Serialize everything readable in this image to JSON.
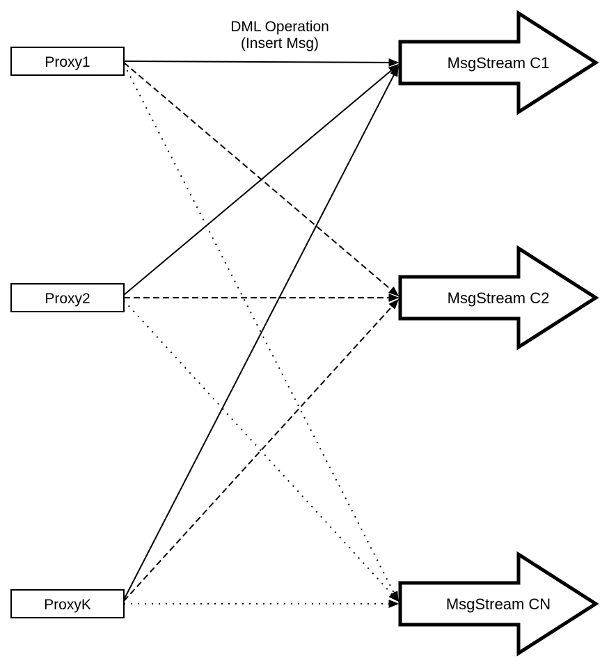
{
  "diagram": {
    "title_line1": "DML Operation",
    "title_line2": "(Insert Msg)",
    "proxies": [
      {
        "label": "Proxy1"
      },
      {
        "label": "Proxy2"
      },
      {
        "label": "ProxyK"
      }
    ],
    "streams": [
      {
        "label": "MsgStream C1"
      },
      {
        "label": "MsgStream C2"
      },
      {
        "label": "MsgStream CN"
      }
    ],
    "edges": [
      {
        "from": "Proxy1",
        "to": "MsgStream C1",
        "style": "solid"
      },
      {
        "from": "Proxy1",
        "to": "MsgStream C2",
        "style": "dashed"
      },
      {
        "from": "Proxy1",
        "to": "MsgStream CN",
        "style": "dotted"
      },
      {
        "from": "Proxy2",
        "to": "MsgStream C1",
        "style": "solid"
      },
      {
        "from": "Proxy2",
        "to": "MsgStream C2",
        "style": "dashed"
      },
      {
        "from": "Proxy2",
        "to": "MsgStream CN",
        "style": "dotted"
      },
      {
        "from": "ProxyK",
        "to": "MsgStream C1",
        "style": "solid"
      },
      {
        "from": "ProxyK",
        "to": "MsgStream C2",
        "style": "dashed"
      },
      {
        "from": "ProxyK",
        "to": "MsgStream CN",
        "style": "dotted"
      }
    ],
    "colors": {
      "stroke": "#000000",
      "fill": "#ffffff",
      "background": "#ffffff"
    }
  }
}
